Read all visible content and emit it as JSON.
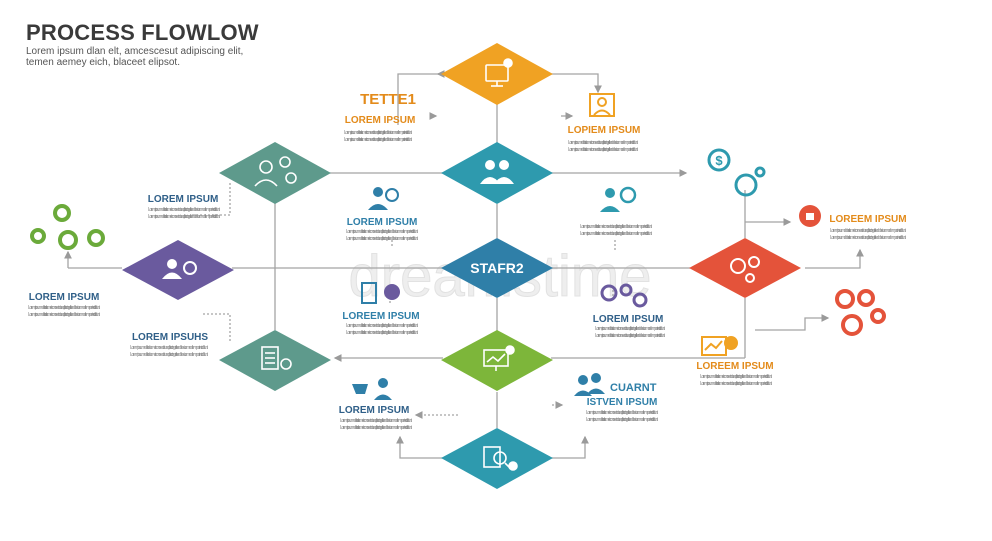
{
  "header": {
    "title": "PROCESS FLOWLOW",
    "subtitle_line1": "Lorem ipsum dlan elt, amcescesut adipiscing elit,",
    "subtitle_line2": "temen aemey eich, blaceet elipsot."
  },
  "nodes": {
    "start": "STAFR2",
    "top_heading": "TETTE1"
  },
  "labels": {
    "top_left": "LOREM IPSUM",
    "top_right": "LOPIEM IPSUM",
    "left_upper": "LOREM IPSUM",
    "left_far": "LOREM IPSUM",
    "left_lower": "LOREM IPSUHS",
    "mid_upper": "LOREM IPSUM",
    "mid_lower": "LOREEM IPSUM",
    "bottom_left": "LOREM IPSUM",
    "right_mid_upper": "",
    "right_mid_lower": "LOREM IPSUM",
    "bottom_right_line1": "CUARNT",
    "bottom_right_line2": "ISTVEN IPSUM",
    "far_right_upper": "LOREEM IPSUM",
    "far_right_lower": "LOREEM IPSUM"
  },
  "body_text": "Lorem ipsum dolor sit amet consectetur adipiscing elit sed do eiusmod tempor incididunt",
  "watermark": "dreamstime",
  "colors": {
    "orange": "#F0A223",
    "teal": "#2E9AAE",
    "sage": "#5E9A8C",
    "purple": "#6A5A9E",
    "green": "#7DB63A",
    "red": "#E4533A",
    "blue": "#2F7FA8",
    "heading_orange": "#E38B1B",
    "connector": "#9a9a9a"
  }
}
